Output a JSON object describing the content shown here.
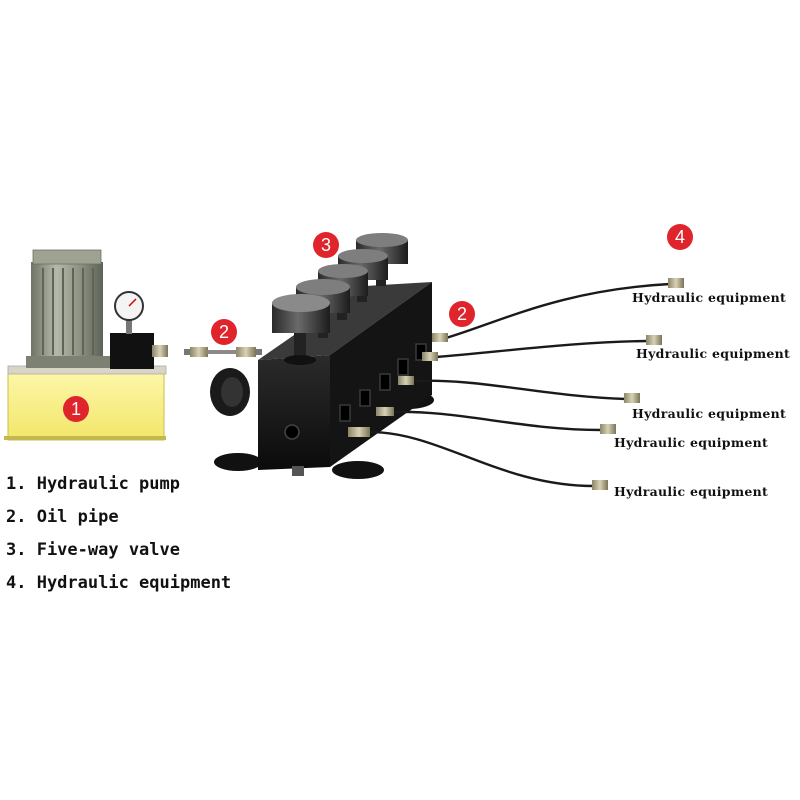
{
  "badges": {
    "pump": "1",
    "pipe_left": "2",
    "pipe_right": "2",
    "valve": "3",
    "equipment": "4"
  },
  "equipment_labels": [
    "Hydraulic equipment",
    "Hydraulic equipment",
    "Hydraulic equipment",
    "Hydraulic equipment",
    "Hydraulic equipment"
  ],
  "legend": [
    "1. Hydraulic pump",
    "2. Oil pipe",
    "3. Five-way valve",
    "4. Hydraulic equipment"
  ],
  "colors": {
    "badge": "#e0242b",
    "pump_tank": "#fbf08a",
    "motor": "#8e9485",
    "valve_body": "#111111",
    "hose": "#1a1a1a"
  }
}
